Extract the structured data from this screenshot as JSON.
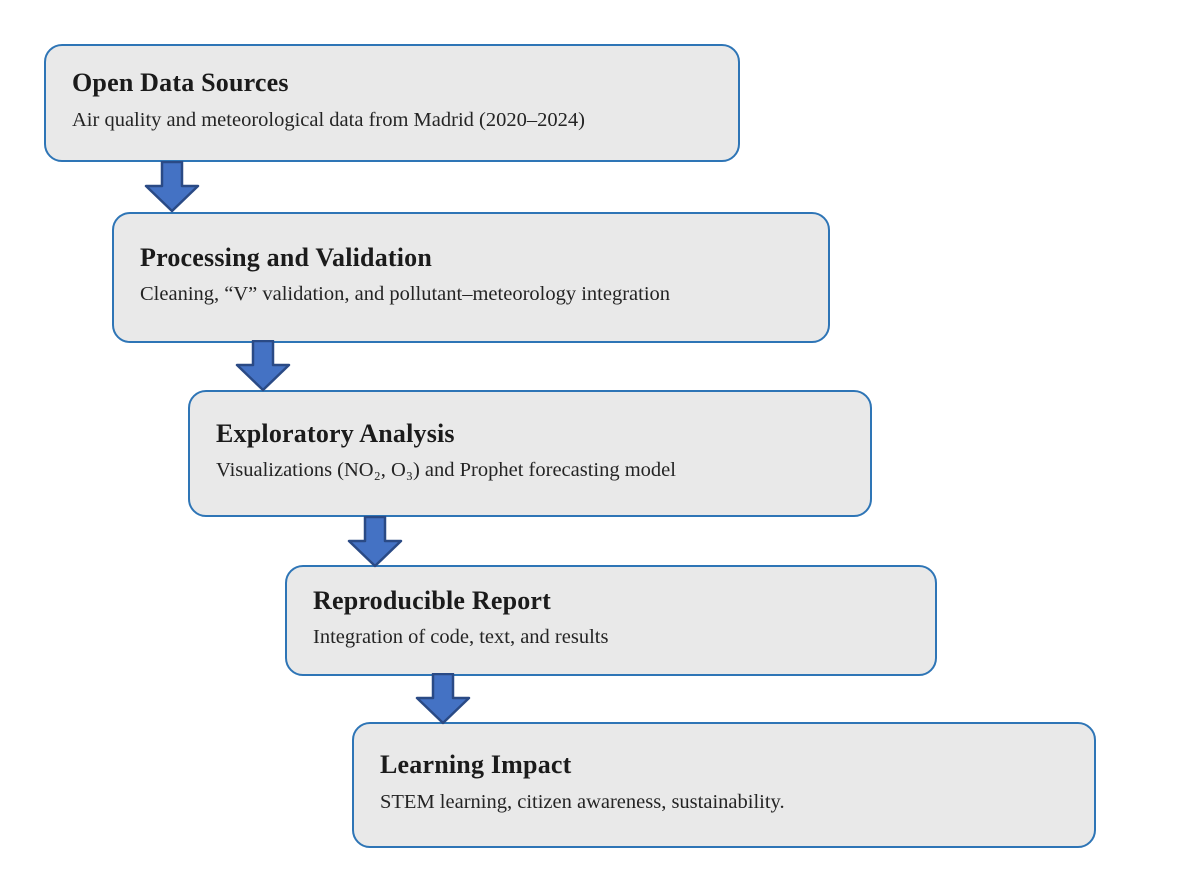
{
  "diagram": {
    "type": "flowchart",
    "direction": "top-to-bottom staircase",
    "colors": {
      "background": "#ffffff",
      "box_fill": "#e9e9e9",
      "box_border": "#2e75b6",
      "arrow_fill": "#4472c4",
      "arrow_border": "#2a4a85",
      "title_text": "#1b1b1b",
      "subtitle_text": "#242424"
    },
    "steps": [
      {
        "title": "Open Data Sources",
        "subtitle": "Air quality and meteorological data from Madrid (2020–2024)"
      },
      {
        "title": "Processing and Validation",
        "subtitle": "Cleaning, “V” validation, and pollutant–meteorology integration"
      },
      {
        "title": "Exploratory Analysis",
        "subtitle": "Visualizations (NO₂, O₃) and Prophet forecasting model"
      },
      {
        "title": "Reproducible Report",
        "subtitle": "Integration of code, text, and results"
      },
      {
        "title": "Learning Impact",
        "subtitle": "STEM learning, citizen awareness, sustainability."
      }
    ],
    "connectors": [
      {
        "from": 1,
        "to": 2,
        "shape": "block-down-arrow"
      },
      {
        "from": 2,
        "to": 3,
        "shape": "block-down-arrow"
      },
      {
        "from": 3,
        "to": 4,
        "shape": "block-down-arrow"
      },
      {
        "from": 4,
        "to": 5,
        "shape": "block-down-arrow"
      }
    ]
  }
}
